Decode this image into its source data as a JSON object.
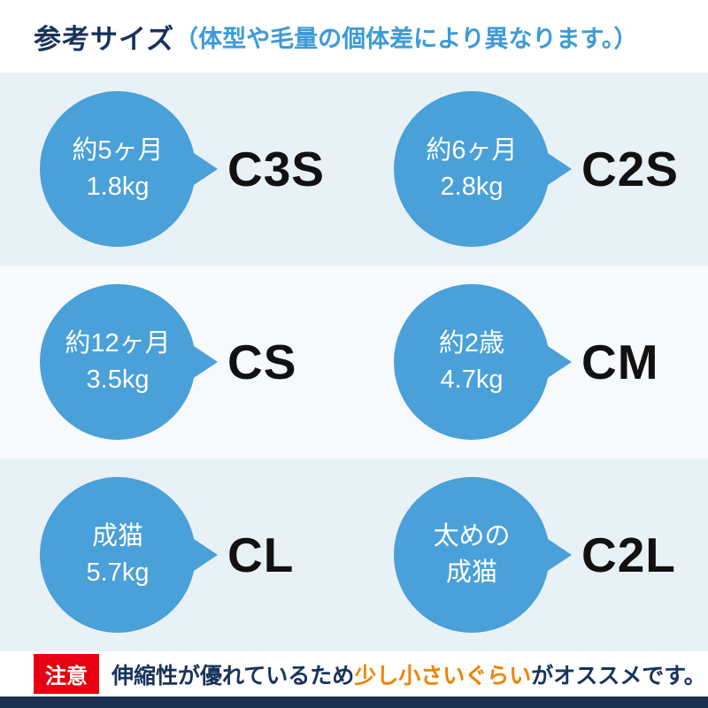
{
  "header": {
    "title": "参考サイズ",
    "subtitle": "（体型や毛量の個体差により異なります。）"
  },
  "sizes": [
    {
      "line1": "約5ヶ月",
      "line2": "1.8kg",
      "label": "C3S"
    },
    {
      "line1": "約6ヶ月",
      "line2": "2.8kg",
      "label": "C2S"
    },
    {
      "line1": "約12ヶ月",
      "line2": "3.5kg",
      "label": "CS"
    },
    {
      "line1": "約2歳",
      "line2": "4.7kg",
      "label": "CM"
    },
    {
      "line1": "成猫",
      "line2": "5.7kg",
      "label": "CL"
    },
    {
      "line1": "太めの",
      "line2": "成猫",
      "label": "C2L"
    }
  ],
  "note": {
    "badge": "注意",
    "text_before": "伸縮性が優れているため",
    "text_highlight": "少し小さいぐらい",
    "text_after": "がオススメです。"
  },
  "colors": {
    "circle_blue": "#4aa0d8",
    "header_navy": "#18335c",
    "subtitle_blue": "#3d9ad8",
    "note_red": "#e60012",
    "highlight_orange": "#f08300",
    "footer_navy": "#1c3150",
    "row_bg_a": "#e8f1f6",
    "row_bg_b": "#f7fafc"
  }
}
